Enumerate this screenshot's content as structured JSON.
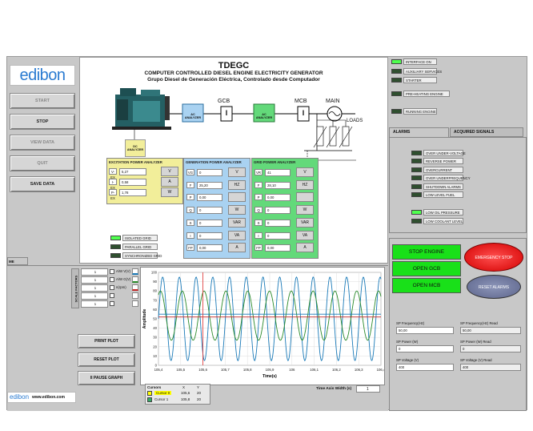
{
  "brand": {
    "logo": "edibon",
    "footer_logo": "edibon",
    "footer_url": "www.edibon.com"
  },
  "header": {
    "model": "TDEGC",
    "title_en": "COMPUTER CONTROLLED DIESEL ENGINE ELECTRICITY GENERATOR",
    "title_es": "Grupo Diesel de Generación Eléctrica, Controlado desde Computador"
  },
  "left_buttons": {
    "start": "START",
    "stop": "STOP",
    "view_data": "VIEW DATA",
    "quit": "QUIT",
    "save_data": "SAVE DATA"
  },
  "diagram": {
    "ac_analyzer_1": "AC ANALYZER",
    "ac_analyzer_2": "AC ANALYZER",
    "gcb": "GCB",
    "mcb": "MCB",
    "main": "MAIN",
    "loads": "LOADS",
    "dc_analyzer": "DC ANALYZER",
    "gcb_symbol": "I",
    "mcb_symbol": "I"
  },
  "excitation": {
    "title": "EXCITATION POWER ANALYZER",
    "rows": [
      {
        "label": "V-EX",
        "value": "5,27",
        "unit": "V"
      },
      {
        "label": "I-EX",
        "value": "0,58",
        "unit": "A"
      },
      {
        "label": "P-EX",
        "value": "1,78",
        "unit": "W"
      }
    ]
  },
  "generation": {
    "title": "GENERATION POWER ANALYZER",
    "rows": [
      {
        "label": "VG",
        "value": "0",
        "unit": "V"
      },
      {
        "label": "F",
        "value": "25,20",
        "unit": "HZ"
      },
      {
        "label": "P",
        "value": "0,00",
        "unit": ""
      },
      {
        "label": "Q",
        "value": "0",
        "unit": "W"
      },
      {
        "label": "S",
        "value": "0",
        "unit": "VAR"
      },
      {
        "label": "I",
        "value": "0",
        "unit": "VA"
      },
      {
        "label": "FP",
        "value": "0,00",
        "unit": "A"
      }
    ]
  },
  "grid": {
    "title": "GRID POWER ANALYZER",
    "rows": [
      {
        "label": "VR",
        "value": "41",
        "unit": "V"
      },
      {
        "label": "F",
        "value": "28,10",
        "unit": "HZ"
      },
      {
        "label": "P",
        "value": "0,00",
        "unit": ""
      },
      {
        "label": "Q",
        "value": "0",
        "unit": "W"
      },
      {
        "label": "S",
        "value": "0",
        "unit": "VAR"
      },
      {
        "label": "I",
        "value": "0",
        "unit": "VA"
      },
      {
        "label": "FP",
        "value": "0,00",
        "unit": "A"
      }
    ]
  },
  "grid_status": [
    {
      "label": "ISOLATED GRID",
      "on": true
    },
    {
      "label": "PARALLEL GRID",
      "on": false
    },
    {
      "label": "SYNCHRONIZED GRID",
      "on": false
    }
  ],
  "top_right_leds": [
    {
      "label": "INTERFACE ON",
      "on": true
    },
    {
      "label": "AUXILIARY SERVICES",
      "on": false
    },
    {
      "label": "STARTER",
      "on": false
    },
    {
      "label": "PRE-HEATING ENGINE",
      "on": false
    },
    {
      "label": "RUNNING ENGINE",
      "on": false
    }
  ],
  "tabs_right": {
    "alarms": "ALARMS",
    "acquired": "ACQUIRED SIGNALS"
  },
  "alarms": [
    {
      "label": "OVER UNDER-VOLTAGE",
      "on": false
    },
    {
      "label": "REVERSE POWER",
      "on": false
    },
    {
      "label": "OVERCURRENT",
      "on": false
    },
    {
      "label": "OVER UNDERFREQUENCY",
      "on": false
    },
    {
      "label": "SHUTDOWN ALARMS",
      "on": false
    },
    {
      "label": "LOW LEVEL FUEL",
      "on": false
    },
    {
      "label": "LOW OIL PRESSURE",
      "on": true
    },
    {
      "label": "LOW COOLANT LEVEL",
      "on": false
    }
  ],
  "graph_tab": "ME GRAPH",
  "scale_factors_label": "SCALE FACTORS",
  "graph_legend": [
    {
      "factor": "1",
      "name": "A/W V(V)",
      "color": "#1a7ab8"
    },
    {
      "factor": "1",
      "name": "A/W G(V)",
      "color": "#2a8a2a"
    },
    {
      "factor": "1",
      "name": "n(rpm)",
      "color": "#c22222"
    },
    {
      "factor": "1",
      "name": "",
      "color": ""
    },
    {
      "factor": "1",
      "name": "",
      "color": ""
    }
  ],
  "graph_buttons": {
    "print": "PRINT PLOT",
    "reset": "RESET PLOT",
    "pause": "II PAUSE GRAPH"
  },
  "chart_data": {
    "type": "line",
    "xlabel": "Time(s)",
    "ylabel": "Amplitude",
    "xlim": [
      105.4,
      106.4
    ],
    "ylim": [
      0,
      100
    ],
    "x_ticks": [
      "105,4",
      "105,5",
      "105,6",
      "105,7",
      "105,8",
      "105,9",
      "106",
      "106,1",
      "106,2",
      "106,3",
      "106,4"
    ],
    "y_ticks": [
      "0",
      "10",
      "20",
      "30",
      "40",
      "50",
      "60",
      "70",
      "80",
      "90",
      "100"
    ],
    "series": [
      {
        "color": "#1a7ab8",
        "min": 5,
        "max": 95,
        "cycles": 13.3
      },
      {
        "color": "#2a8a2a",
        "min": 27,
        "max": 80,
        "cycles": 10.2
      },
      {
        "color": "#c22222",
        "value": 52
      },
      {
        "color": "#1a7ab8",
        "value": 55
      }
    ]
  },
  "cursors": {
    "title": "Cursors",
    "cols": [
      "X",
      "Y"
    ],
    "rows": [
      {
        "name": "Cursor 0",
        "x": "105,6",
        "y": "20"
      },
      {
        "name": "Cursor 1",
        "x": "105,8",
        "y": "20"
      }
    ]
  },
  "time_axis": {
    "label": "Time Axis Width (s)",
    "value": "1"
  },
  "action_buttons": {
    "stop_engine": "STOP ENGINE",
    "open_gcb": "OPEN GCB",
    "open_mcb": "OPEN MCB",
    "emergency": "EMERGENCY STOP",
    "reset_alarms": "RESET ALARMS"
  },
  "setpoints": [
    {
      "label": "SP Frequency(Hz)",
      "value": "50,00",
      "read_label": "SP Frequency(Hz) Read",
      "read_value": "50,00"
    },
    {
      "label": "SP Power (W)",
      "value": "0",
      "read_label": "SP Power (W) Read",
      "read_value": "0"
    },
    {
      "label": "SP Voltage (V)",
      "value": "400",
      "read_label": "SP Voltage (V) Read",
      "read_value": "400"
    }
  ]
}
